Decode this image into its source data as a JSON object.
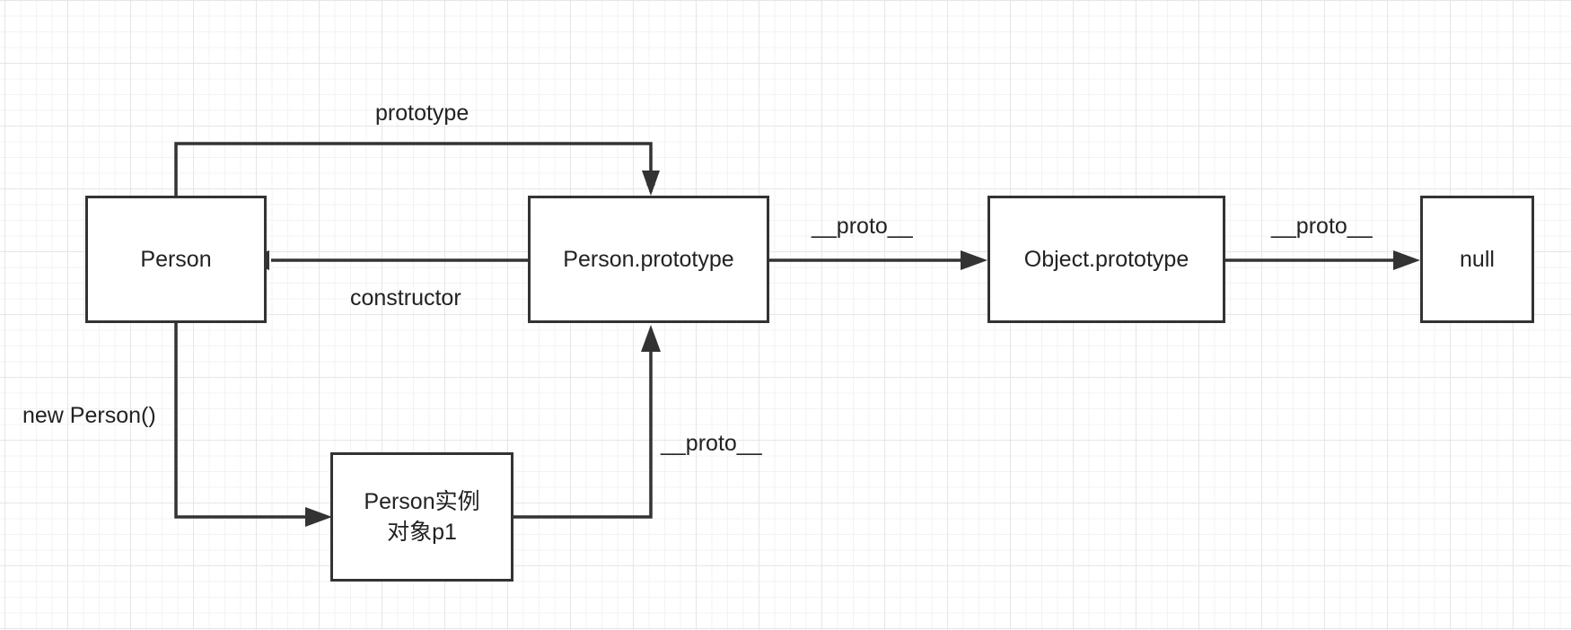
{
  "nodes": {
    "person": "Person",
    "person_prototype": "Person.prototype",
    "object_prototype": "Object.prototype",
    "null": "null",
    "instance": "Person实例\n对象p1"
  },
  "edges": {
    "prototype": "prototype",
    "constructor": "constructor",
    "proto_to_object": "__proto__",
    "proto_to_null": "__proto__",
    "new_person": "new Person()",
    "instance_proto": "__proto__"
  },
  "colors": {
    "stroke": "#333333",
    "text": "#222222",
    "grid": "#e6e6e6"
  }
}
